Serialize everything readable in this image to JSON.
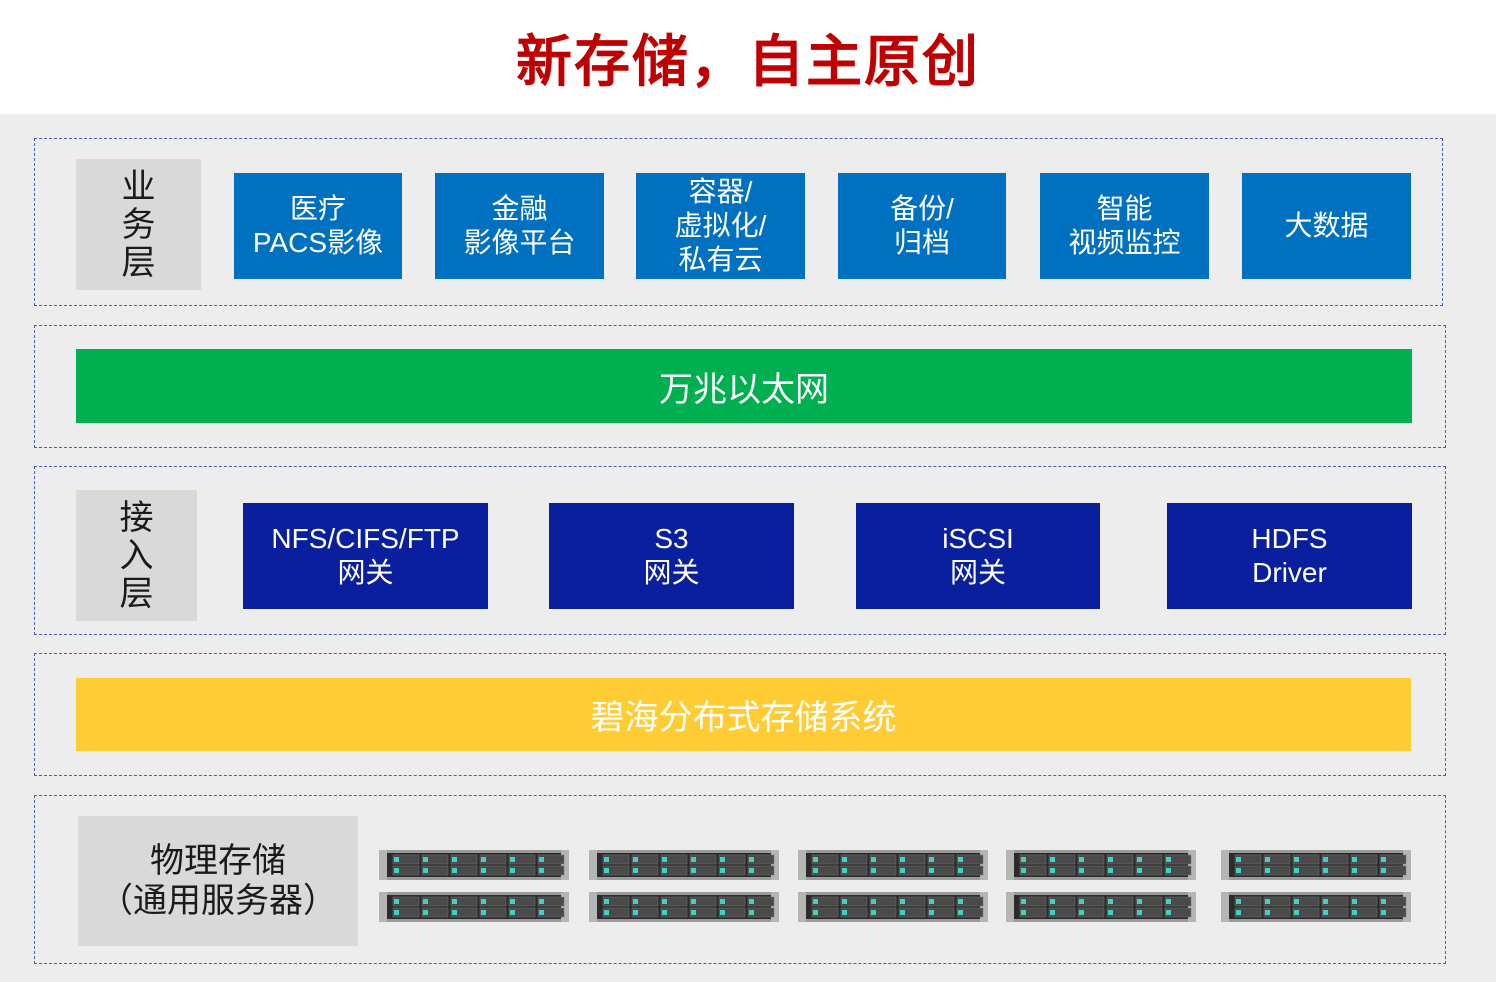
{
  "title": "新存储，自主原创",
  "business_layer": {
    "label_chars": [
      "业",
      "务",
      "层"
    ],
    "items": [
      {
        "text": "医疗\nPACS影像"
      },
      {
        "text": "金融\n影像平台"
      },
      {
        "text": "容器/\n虚拟化/\n私有云"
      },
      {
        "text": "备份/\n归档"
      },
      {
        "text": "智能\n视频监控"
      },
      {
        "text": "大数据"
      }
    ]
  },
  "network_bar": {
    "text": "万兆以太网",
    "color": "#00b050"
  },
  "access_layer": {
    "label_chars": [
      "接",
      "入",
      "层"
    ],
    "items": [
      {
        "text": "NFS/CIFS/FTP\n网关"
      },
      {
        "text": "S3\n网关"
      },
      {
        "text": "iSCSI\n网关"
      },
      {
        "text": "HDFS\nDriver"
      }
    ]
  },
  "storage_bar": {
    "text": "碧海分布式存储系统",
    "color": "#ffcc33"
  },
  "physical_layer": {
    "label_line1": "物理存储",
    "label_line2": "（通用服务器）",
    "server_icon": "rack-server-icon",
    "server_count": 10
  },
  "colors": {
    "title": "#c00000",
    "business_box": "#0070c0",
    "access_box": "#0a1f9e",
    "dashed_border": "#4a5fb5",
    "panel_bg": "#ededed",
    "label_bg": "#d9d9d9"
  }
}
